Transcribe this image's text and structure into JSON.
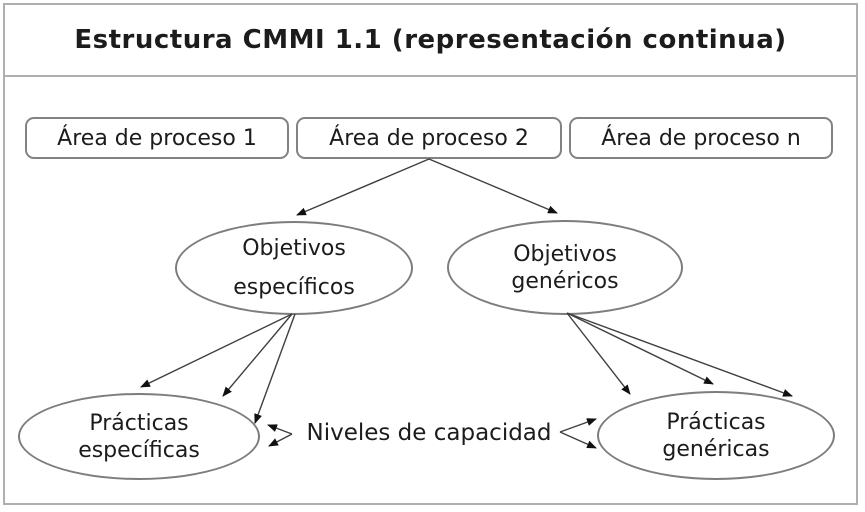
{
  "title": "Estructura CMMI 1.1 (representación continua)",
  "process_areas": [
    {
      "label": "Área de proceso 1"
    },
    {
      "label": "Área de proceso 2"
    },
    {
      "label": "Área de proceso n"
    }
  ],
  "goals": {
    "specific": {
      "line1": "Objetivos",
      "line2": "específicos"
    },
    "generic": {
      "line1": "Objetivos",
      "line2": "genéricos"
    }
  },
  "practices": {
    "specific": {
      "line1": "Prácticas",
      "line2": "específicas"
    },
    "generic": {
      "line1": "Prácticas",
      "line2": "genéricas"
    }
  },
  "capability_label": "Niveles de capacidad",
  "colors": {
    "background": "#ffffff",
    "frame_border": "#afafaf",
    "node_border": "#7d7d7d",
    "connector": "#3f3f3f",
    "text": "#1c1c1c"
  }
}
